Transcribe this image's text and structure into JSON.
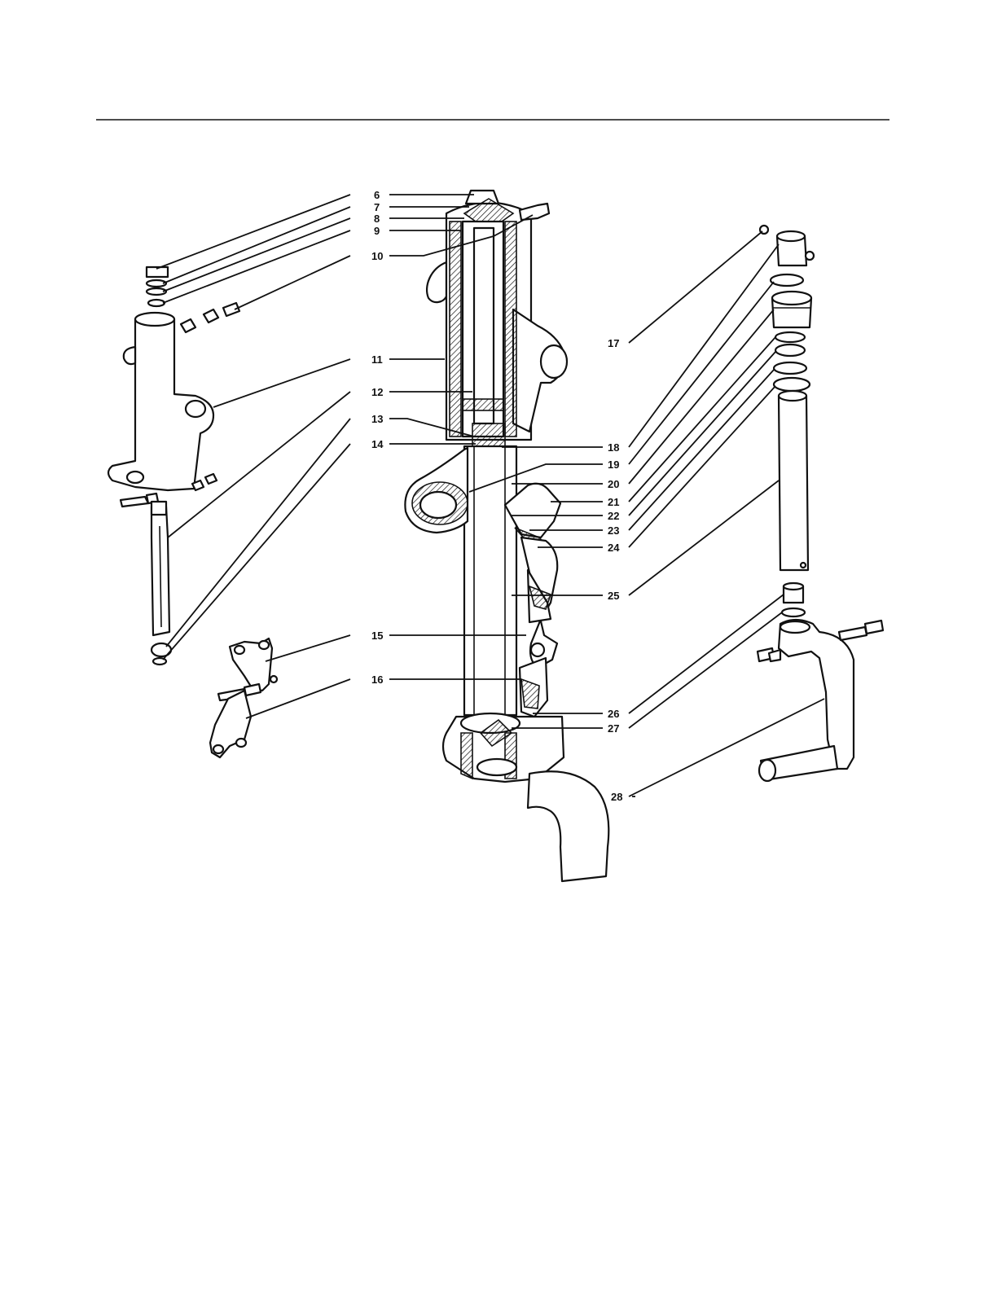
{
  "callouts": [
    {
      "id": "6",
      "label": "6"
    },
    {
      "id": "7",
      "label": "7"
    },
    {
      "id": "8",
      "label": "8"
    },
    {
      "id": "9",
      "label": "9"
    },
    {
      "id": "10",
      "label": "10"
    },
    {
      "id": "11",
      "label": "11"
    },
    {
      "id": "12",
      "label": "12"
    },
    {
      "id": "13",
      "label": "13"
    },
    {
      "id": "14",
      "label": "14"
    },
    {
      "id": "15",
      "label": "15"
    },
    {
      "id": "16",
      "label": "16"
    },
    {
      "id": "17",
      "label": "17"
    },
    {
      "id": "18",
      "label": "18"
    },
    {
      "id": "19",
      "label": "19"
    },
    {
      "id": "20",
      "label": "20"
    },
    {
      "id": "21",
      "label": "21"
    },
    {
      "id": "22",
      "label": "22"
    },
    {
      "id": "23",
      "label": "23"
    },
    {
      "id": "24",
      "label": "24"
    },
    {
      "id": "25",
      "label": "25"
    },
    {
      "id": "26",
      "label": "26"
    },
    {
      "id": "27",
      "label": "27"
    },
    {
      "id": "28",
      "label": "28"
    }
  ],
  "colors": {
    "ink": "#111111",
    "paper": "#ffffff"
  }
}
